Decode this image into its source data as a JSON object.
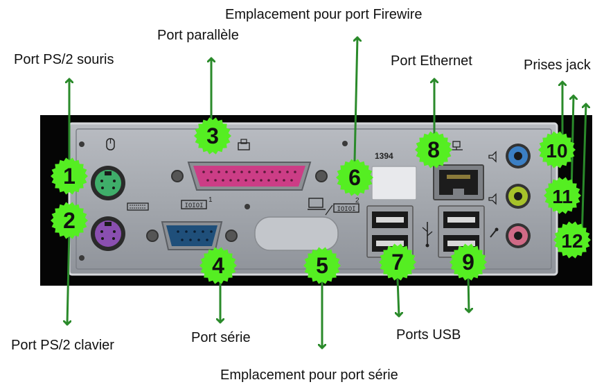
{
  "labels": {
    "ps2_mouse": "Port PS/2 souris",
    "ps2_keyboard": "Port PS/2 clavier",
    "parallel": "Port parallèle",
    "firewire_slot": "Emplacement pour port Firewire",
    "ethernet": "Port Ethernet",
    "jacks": "Prises jack",
    "serial": "Port série",
    "serial_slot": "Emplacement pour port série",
    "usb": "Ports USB"
  },
  "panel_text": {
    "firewire_code": "1394",
    "port_index_1": "1",
    "port_index_2": "2"
  },
  "badges": [
    "1",
    "2",
    "3",
    "4",
    "5",
    "6",
    "7",
    "8",
    "9",
    "10",
    "11",
    "12"
  ],
  "colors": {
    "badge_fill": "#55ee22",
    "arrow": "#2a8a2a",
    "mouse_port": "#3fae6a",
    "keyboard_port": "#8a4fb0",
    "parallel_port": "#cc3d86",
    "serial_port": "#1f4f7a",
    "jack_blue": "#3b7fc4",
    "jack_green": "#a6c22a",
    "jack_pink": "#d06a86"
  }
}
